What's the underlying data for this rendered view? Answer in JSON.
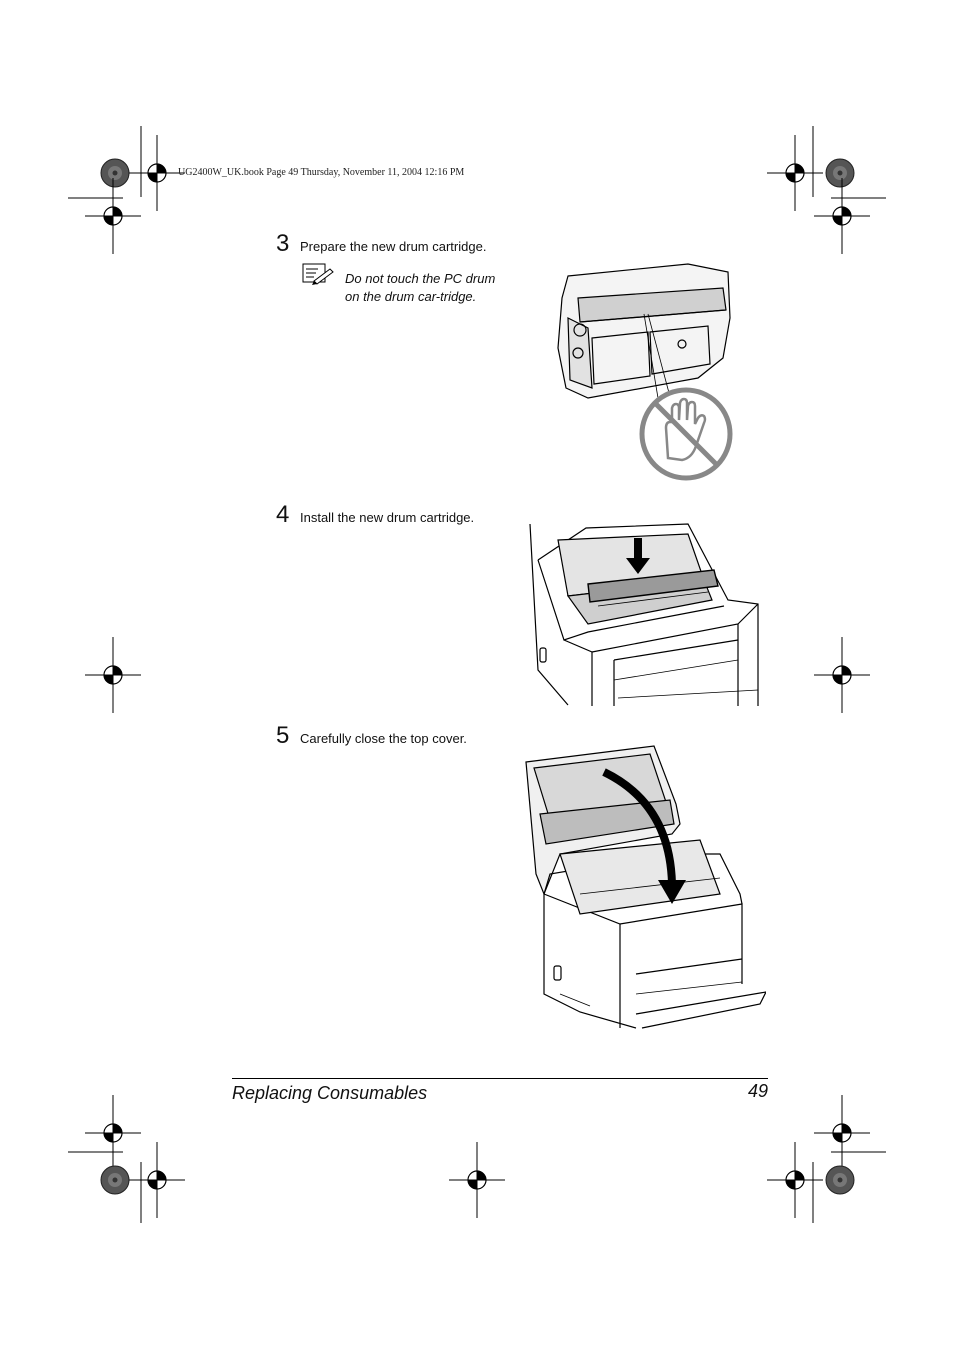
{
  "header": {
    "book_info": "UG2400W_UK.book  Page 49  Thursday, November 11, 2004  12:16 PM"
  },
  "steps": [
    {
      "number": "3",
      "text": "Prepare the new drum cartridge."
    },
    {
      "number": "4",
      "text": "Install the new drum cartridge."
    },
    {
      "number": "5",
      "text": "Carefully close the top cover."
    }
  ],
  "note": {
    "icon": "note-pencil-icon",
    "text": "Do not touch the PC drum on the drum car-tridge."
  },
  "figures": {
    "drum_cartridge": {
      "icon": "no-touch-hand-icon"
    },
    "install_drum": {
      "icon": "down-arrow-icon"
    },
    "close_cover": {
      "icon": "curved-arrow-icon"
    }
  },
  "footer": {
    "section_title": "Replacing Consumables",
    "page_number": "49"
  }
}
